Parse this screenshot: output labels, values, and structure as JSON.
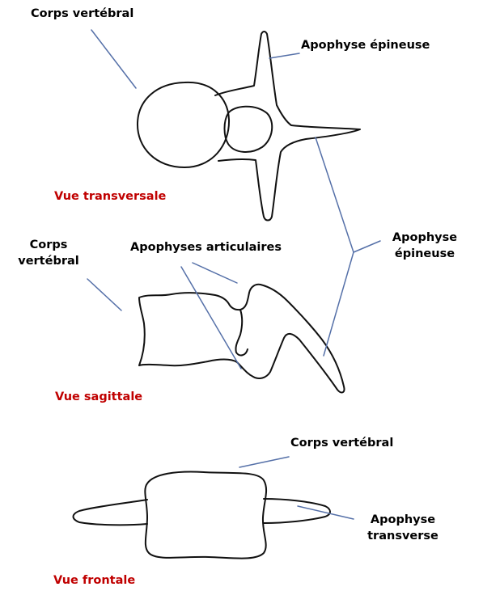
{
  "colors": {
    "outline": "#111111",
    "leader": "#5570a8",
    "view_title": "#c00000",
    "label": "#000000"
  },
  "transversal": {
    "body_label": "Corps vertébral",
    "spinous_label": "Apophyse épineuse",
    "view_title": "Vue transversale"
  },
  "sagittal": {
    "body_label_line1": "Corps",
    "body_label_line2": "vertébral",
    "articular_label": "Apophyses articulaires",
    "view_title": "Vue sagittale"
  },
  "shared": {
    "spinous_label_line1": "Apophyse",
    "spinous_label_line2": "épineuse"
  },
  "frontal": {
    "body_label": "Corps vertébral",
    "transverse_label_line1": "Apophyse",
    "transverse_label_line2": "transverse",
    "view_title": "Vue frontale"
  }
}
